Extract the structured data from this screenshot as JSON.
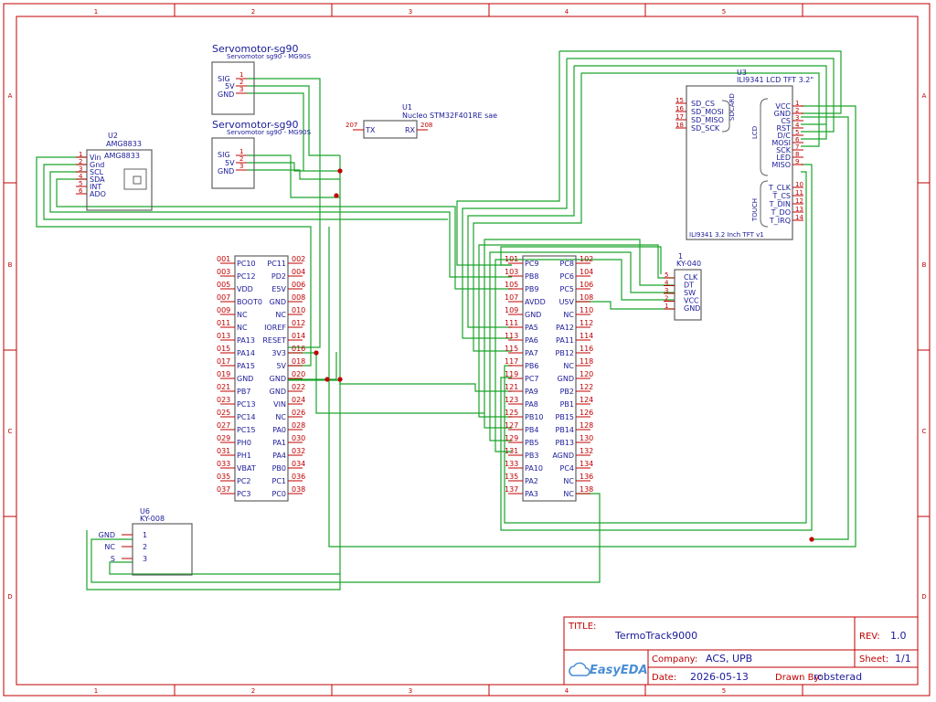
{
  "sheet": {
    "zone_columns": [
      "1",
      "2",
      "3",
      "4",
      "5"
    ],
    "zone_rows": [
      "A",
      "B",
      "C",
      "D"
    ],
    "colors": {
      "frame": "#c00000",
      "wire": "#1aa32a",
      "text": "#1a1a9a",
      "outline": "#606060"
    }
  },
  "title_block": {
    "title_label": "TITLE:",
    "title_value": "TermoTrack9000",
    "rev_label": "REV:",
    "rev_value": "1.0",
    "company_label": "Company:",
    "company_value": "ACS, UPB",
    "sheet_label": "Sheet:",
    "sheet_value": "1/1",
    "date_label": "Date:",
    "date_value": "2026-05-13",
    "drawn_label": "Drawn By:",
    "drawn_value": "robsterad",
    "logo_text": "EasyEDA"
  },
  "components": {
    "servo1": {
      "title": "Servomotor-sg90",
      "sub": "Servomotor sg90 - MG90S",
      "pins": [
        "SIG",
        "5V",
        "GND"
      ],
      "nums": [
        "1",
        "2",
        "3"
      ]
    },
    "servo2": {
      "title": "Servomotor-sg90",
      "sub": "Servomotor sg90 - MG90S",
      "pins": [
        "SIG",
        "5V",
        "GND"
      ],
      "nums": [
        "1",
        "2",
        "3"
      ]
    },
    "u1": {
      "ref": "U1",
      "name": "Nucleo STM32F401RE sae",
      "left_pin": "TX",
      "right_pin": "RX",
      "left_num": "207",
      "right_num": "208"
    },
    "u2": {
      "ref": "U2",
      "name": "AMG8833",
      "inner": "AMG8833",
      "pins": [
        "Vin",
        "Gnd",
        "SCL",
        "SDA",
        "INT",
        "ADO"
      ],
      "nums": [
        "1",
        "2",
        "3",
        "4",
        "5",
        "6"
      ]
    },
    "u3": {
      "ref": "U3",
      "name": "ILI9341 LCD TFT 3.2\"",
      "footer": "ILI9341 3.2 Inch TFT v1",
      "sd_pins": [
        "SD_CS",
        "SD_MOSI",
        "SD_MISO",
        "SD_SCK"
      ],
      "sd_nums": [
        "15",
        "16",
        "17",
        "18"
      ],
      "sd_group": "SDCARD",
      "lcd_group": "LCD",
      "touch_group": "TOUCH",
      "lcd_pins": [
        "VCC",
        "GND",
        "CS",
        "RST",
        "D/C",
        "MOSI",
        "SCK",
        "LED",
        "MISO"
      ],
      "lcd_nums": [
        "1",
        "2",
        "3",
        "4",
        "5",
        "6",
        "7",
        "8",
        "9"
      ],
      "touch_pins": [
        "T_CLK",
        "T_CS",
        "T_DIN",
        "T_DO",
        "T_IRQ"
      ],
      "touch_nums": [
        "10",
        "11",
        "12",
        "13",
        "14"
      ]
    },
    "ky040": {
      "ref": "1",
      "name": "KY-040",
      "pins": [
        "CLK",
        "DT",
        "SW",
        "VCC",
        "GND"
      ],
      "nums": [
        "5",
        "4",
        "3",
        "2",
        "1"
      ]
    },
    "u6": {
      "ref": "U6",
      "name": "KY-008",
      "pins": [
        "GND",
        "NC",
        "S"
      ],
      "nums": [
        "1",
        "2",
        "3"
      ]
    },
    "conn_left": {
      "left_nums": [
        "001",
        "003",
        "005",
        "007",
        "009",
        "011",
        "013",
        "015",
        "017",
        "019",
        "021",
        "023",
        "025",
        "027",
        "029",
        "031",
        "033",
        "035",
        "037"
      ],
      "left_pins": [
        "PC10",
        "PC12",
        "VDD",
        "BOOT0",
        "NC",
        "NC",
        "PA13",
        "PA14",
        "PA15",
        "GND",
        "PB7",
        "PC13",
        "PC14",
        "PC15",
        "PH0",
        "PH1",
        "VBAT",
        "PC2",
        "PC3"
      ],
      "right_pins": [
        "PC11",
        "PD2",
        "E5V",
        "GND",
        "NC",
        "IOREF",
        "RESET",
        "3V3",
        "5V",
        "GND",
        "GND",
        "VIN",
        "NC",
        "PA0",
        "PA1",
        "PA4",
        "PB0",
        "PC1",
        "PC0"
      ],
      "right_nums": [
        "002",
        "004",
        "006",
        "008",
        "010",
        "012",
        "014",
        "016",
        "018",
        "020",
        "022",
        "024",
        "026",
        "028",
        "030",
        "032",
        "034",
        "036",
        "038"
      ]
    },
    "conn_right": {
      "left_nums": [
        "101",
        "103",
        "105",
        "107",
        "109",
        "111",
        "113",
        "115",
        "117",
        "119",
        "121",
        "123",
        "125",
        "127",
        "129",
        "131",
        "133",
        "135",
        "137"
      ],
      "left_pins": [
        "PC9",
        "PB8",
        "PB9",
        "AVDD",
        "GND",
        "PA5",
        "PA6",
        "PA7",
        "PB6",
        "PC7",
        "PA9",
        "PA8",
        "PB10",
        "PB4",
        "PB5",
        "PB3",
        "PA10",
        "PA2",
        "PA3"
      ],
      "right_pins": [
        "PC8",
        "PC6",
        "PC5",
        "U5V",
        "NC",
        "PA12",
        "PA11",
        "PB12",
        "NC",
        "GND",
        "PB2",
        "PB1",
        "PB15",
        "PB14",
        "PB13",
        "AGND",
        "PC4",
        "NC",
        "NC"
      ],
      "right_nums": [
        "102",
        "104",
        "106",
        "108",
        "110",
        "112",
        "114",
        "116",
        "118",
        "120",
        "122",
        "124",
        "126",
        "128",
        "130",
        "132",
        "134",
        "136",
        "138"
      ]
    }
  }
}
